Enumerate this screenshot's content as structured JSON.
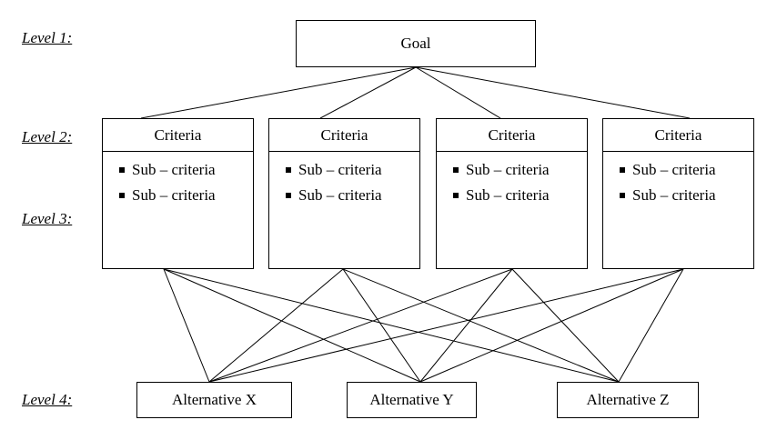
{
  "levels": [
    "Level 1:",
    "Level 2:",
    "Level 3:",
    "Level 4:"
  ],
  "goal": "Goal",
  "criteria": [
    {
      "title": "Criteria",
      "subs": [
        "Sub – criteria",
        "Sub – criteria"
      ]
    },
    {
      "title": "Criteria",
      "subs": [
        "Sub – criteria",
        "Sub – criteria"
      ]
    },
    {
      "title": "Criteria",
      "subs": [
        "Sub – criteria",
        "Sub – criteria"
      ]
    },
    {
      "title": "Criteria",
      "subs": [
        "Sub – criteria",
        "Sub – criteria"
      ]
    }
  ],
  "alternatives": [
    "Alternative X",
    "Alternative Y",
    "Alternative Z"
  ]
}
